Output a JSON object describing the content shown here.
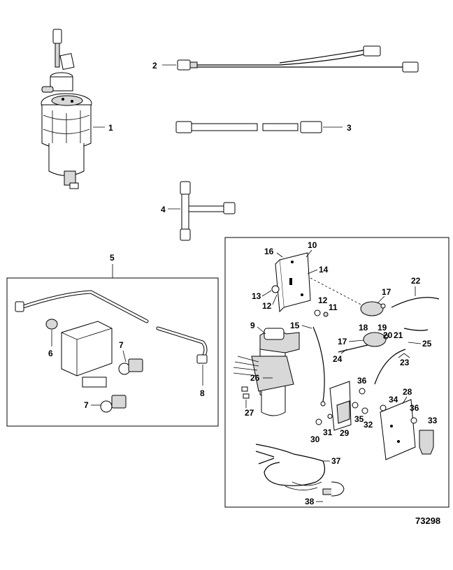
{
  "figure_number": "73298",
  "callouts": {
    "c1": "1",
    "c2": "2",
    "c3": "3",
    "c4": "4",
    "c5": "5",
    "c6": "6",
    "c7a": "7",
    "c7b": "7",
    "c8": "8",
    "c9": "9",
    "c10": "10",
    "c11": "11",
    "c12a": "12",
    "c12b": "12",
    "c13": "13",
    "c14": "14",
    "c15": "15",
    "c16": "16",
    "c17a": "17",
    "c17b": "17",
    "c18": "18",
    "c19": "19",
    "c20": "20",
    "c21": "21",
    "c22": "22",
    "c23": "23",
    "c24": "24",
    "c25": "25",
    "c26": "26",
    "c27": "27",
    "c28": "28",
    "c29": "29",
    "c30": "30",
    "c31": "31",
    "c32": "32",
    "c33": "33",
    "c34": "34",
    "c35": "35",
    "c36a": "36",
    "c36b": "36",
    "c37": "37",
    "c38": "38"
  }
}
